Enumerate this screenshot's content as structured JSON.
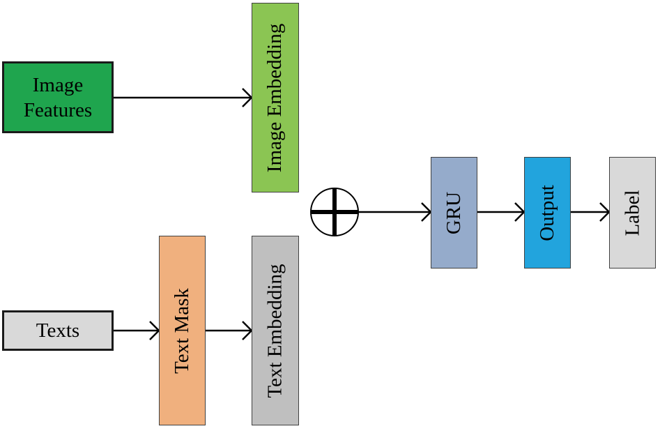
{
  "diagram": {
    "nodes": {
      "image_features": {
        "line1": "Image",
        "line2": "Features",
        "color": "#1fa54e"
      },
      "image_embedding": {
        "label": "Image Embedding",
        "color": "#8bc553"
      },
      "texts": {
        "label": "Texts",
        "color": "#d9d9d9"
      },
      "text_mask": {
        "label": "Text Mask",
        "color": "#f0b07e"
      },
      "text_embedding": {
        "label": "Text Embedding",
        "color": "#bfbfbf"
      },
      "concat": {
        "symbol": "circle-plus"
      },
      "gru": {
        "label": "GRU",
        "color": "#95abcb"
      },
      "output": {
        "label": "Output",
        "color": "#22a4dd"
      },
      "label": {
        "label": "Label",
        "color": "#d9d9d9"
      }
    },
    "edges": [
      {
        "from": "image_features",
        "to": "image_embedding"
      },
      {
        "from": "texts",
        "to": "text_mask"
      },
      {
        "from": "text_mask",
        "to": "text_embedding"
      },
      {
        "from": "concat",
        "to": "gru"
      },
      {
        "from": "gru",
        "to": "output"
      },
      {
        "from": "output",
        "to": "label"
      }
    ]
  }
}
